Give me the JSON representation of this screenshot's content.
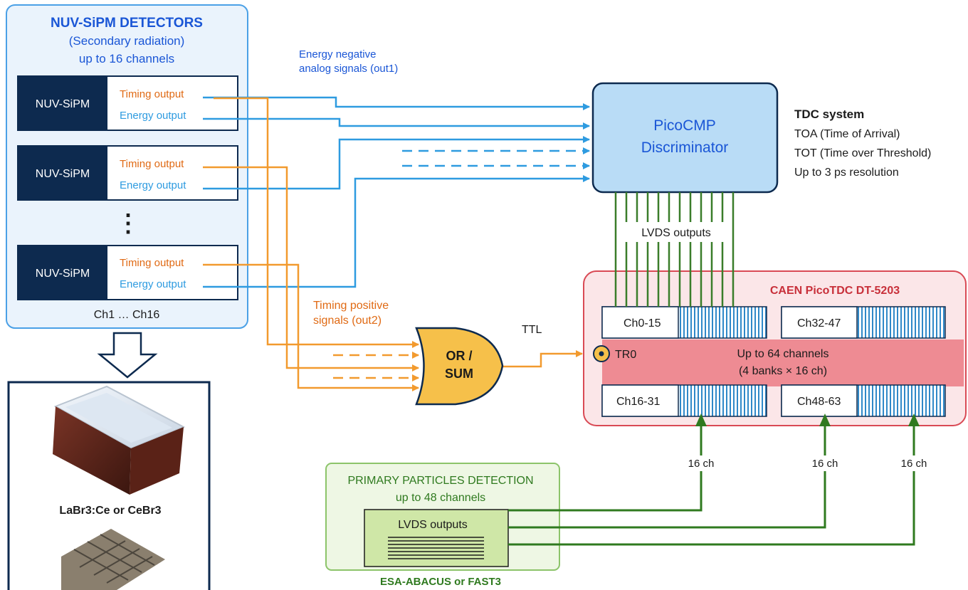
{
  "detectors": {
    "title": "NUV-SiPM DETECTORS",
    "subtitle": "(Secondary radiation)",
    "count": "up to 16 channels",
    "modules": [
      {
        "label": "NUV-SiPM",
        "timing": "Timing output",
        "energy": "Energy output"
      },
      {
        "label": "NUV-SiPM",
        "timing": "Timing output",
        "energy": "Energy output"
      },
      {
        "label": "NUV-SiPM",
        "timing": "Timing output",
        "energy": "Energy output"
      }
    ],
    "ellipsis": "⋮",
    "channels": "Ch1 … Ch16"
  },
  "crystals": {
    "label": "LaBr3:Ce or CeBr3"
  },
  "signals": {
    "energy_line1": "Energy negative",
    "energy_line2": "analog signals (out1)",
    "timing_line1": "Timing positive",
    "timing_line2": "signals (out2)",
    "ttl": "TTL"
  },
  "discriminator": {
    "line1": "PicoCMP",
    "line2": "Discriminator"
  },
  "tdc": {
    "title": "TDC system",
    "lines": [
      "TOA (Time of Arrival)",
      "TOT (Time over Threshold)",
      "Up to 3 ps resolution"
    ]
  },
  "lvds_label": "LVDS outputs",
  "or_gate": {
    "line1": "OR /",
    "line2": "SUM"
  },
  "picotdc": {
    "title": "CAEN PicoTDC DT-5203",
    "banks": [
      "Ch0-15",
      "Ch32-47",
      "Ch16-31",
      "Ch48-63"
    ],
    "tr0": "TR0",
    "info1": "Up to 64 channels",
    "info2": "(4 banks × 16 ch)",
    "inputs": [
      "16 ch",
      "16 ch",
      "16 ch"
    ]
  },
  "primary": {
    "title": "PRIMARY PARTICLES DETECTION",
    "count": "up to 48 channels",
    "outputs": "LVDS outputs",
    "footer": "ESA-ABACUS or FAST3"
  },
  "colors": {
    "blue": "#2e9be0",
    "orange": "#f29a2e",
    "green": "#2f7a1f",
    "navy": "#0d2a4f",
    "red": "#d94a55"
  }
}
